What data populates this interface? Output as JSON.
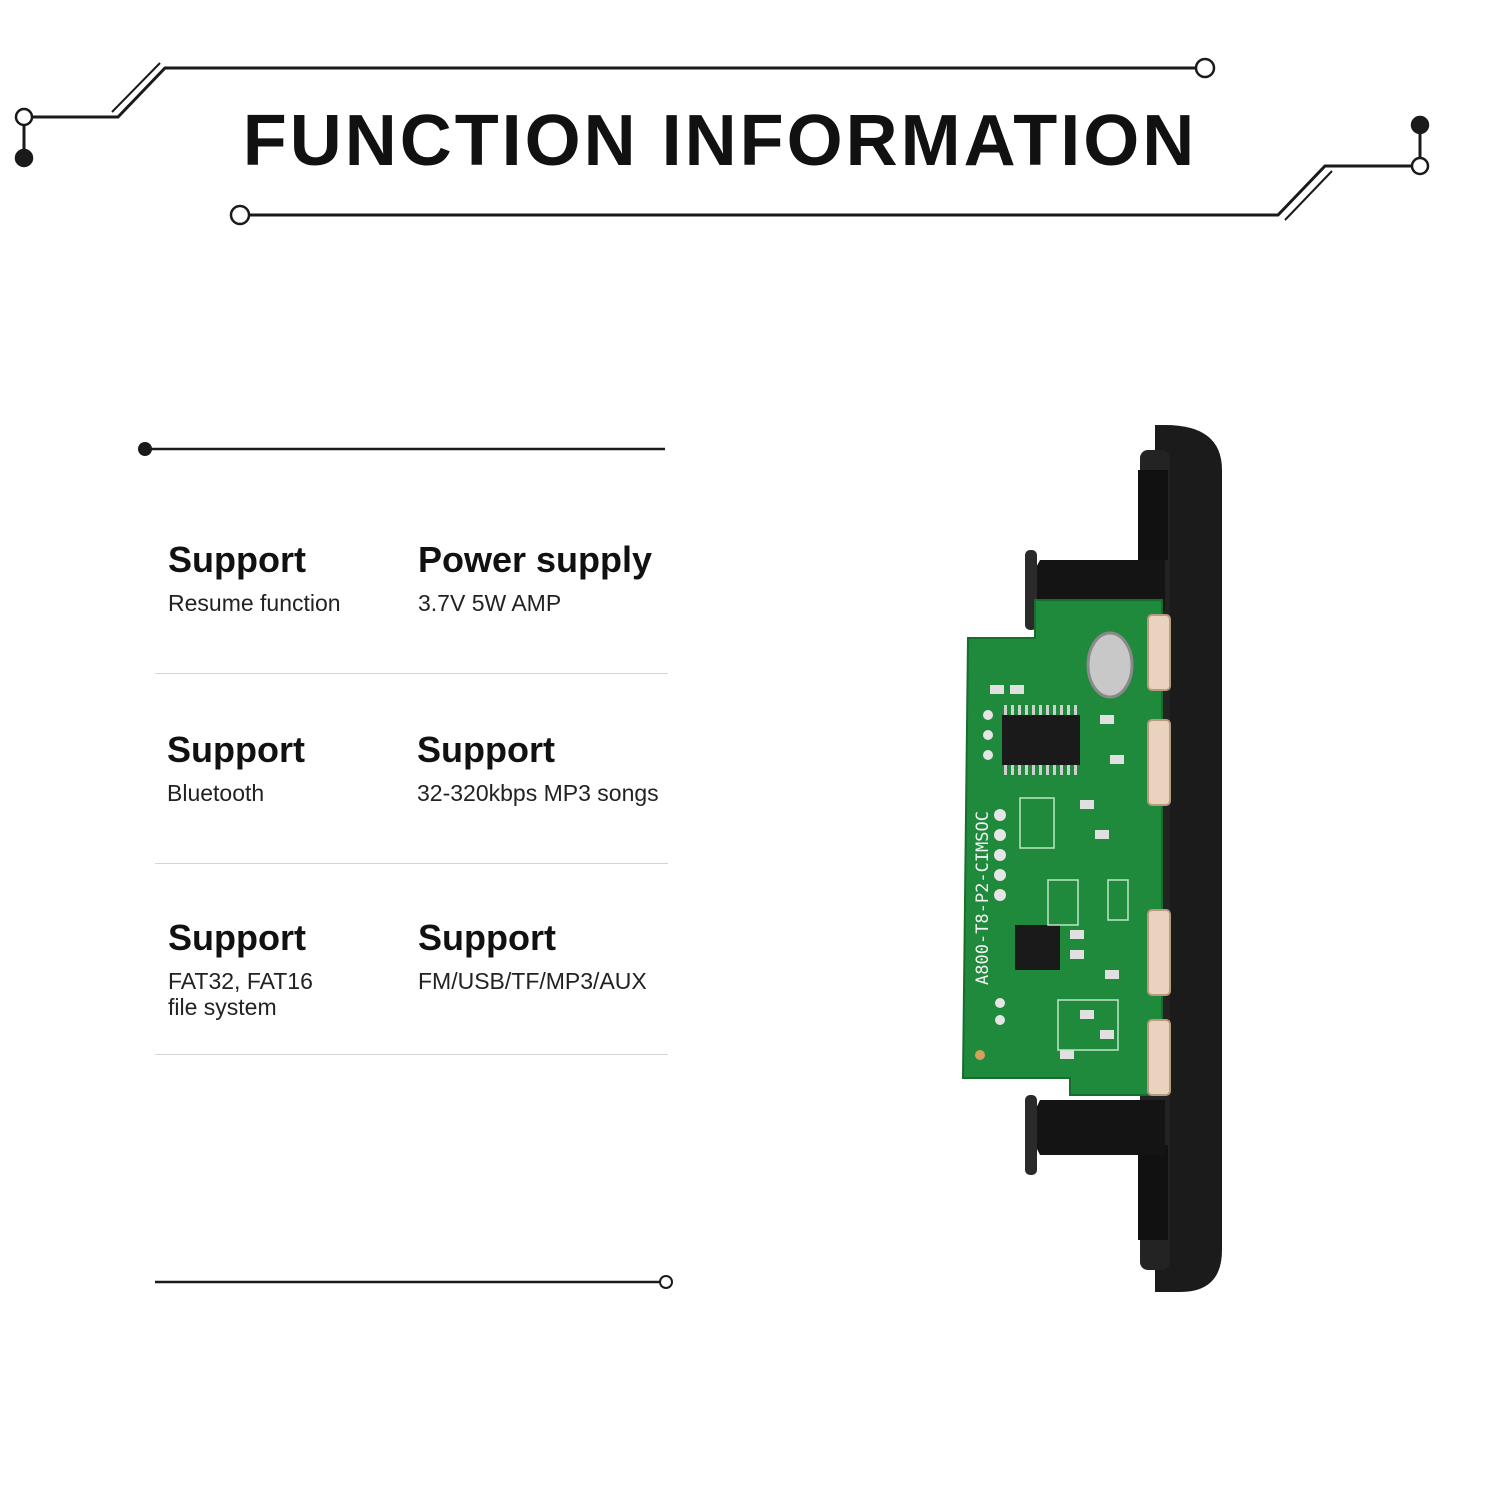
{
  "title": "FUNCTION INFORMATION",
  "features": [
    {
      "heading": "Support",
      "detail": "Resume function"
    },
    {
      "heading": "Power supply",
      "detail": "3.7V   5W AMP"
    },
    {
      "heading": "Support",
      "detail": "Bluetooth"
    },
    {
      "heading": "Support",
      "detail": "32-320kbps MP3 songs"
    },
    {
      "heading": "Support",
      "detail": "FAT32, FAT16\nfile system"
    },
    {
      "heading": "Support",
      "detail": "FM/USB/TF/MP3/AUX"
    }
  ],
  "board_silkscreen": "A800-T8-P2-CIMSOC",
  "colors": {
    "pcb_green": "#1f8a3c",
    "panel_black": "#1b1b1b",
    "line": "#1a1a1a"
  }
}
